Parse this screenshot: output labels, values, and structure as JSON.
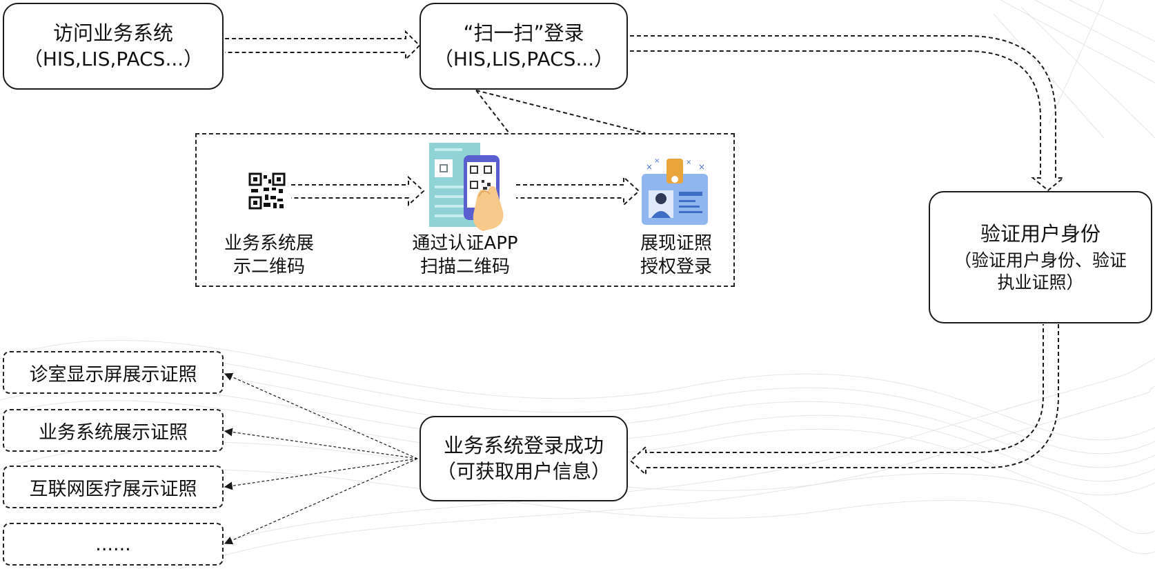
{
  "boxes": {
    "access": {
      "line1": "访问业务系统",
      "line2": "（HIS,LIS,PACS...）"
    },
    "scan_login": {
      "line1": "“扫一扫”登录",
      "line2": "（HIS,LIS,PACS...）"
    },
    "verify": {
      "line1": "验证用户身份",
      "line2": "（验证用户身份、验证",
      "line3": "执业证照）"
    },
    "success": {
      "line1": "业务系统登录成功",
      "line2": "（可获取用户信息）"
    }
  },
  "panel": {
    "step1": {
      "line1": "业务系统展",
      "line2": "示二维码",
      "icon": "qr-code-icon"
    },
    "step2": {
      "line1": "通过认证APP",
      "line2": "扫描二维码",
      "icon": "phone-scan-icon"
    },
    "step3": {
      "line1": "展现证照",
      "line2": "授权登录",
      "icon": "id-card-icon"
    }
  },
  "displays": [
    {
      "label": "诊室显示屏展示证照"
    },
    {
      "label": "业务系统展示证照"
    },
    {
      "label": "互联网医疗展示证照"
    },
    {
      "label": "......"
    }
  ],
  "colors": {
    "line": "#1a1a1a",
    "card": "#8fb6ee",
    "card_dark": "#3f6fc4",
    "badge": "#e9a53a",
    "teal": "#8fd3d6",
    "hand": "#f6c98b"
  }
}
